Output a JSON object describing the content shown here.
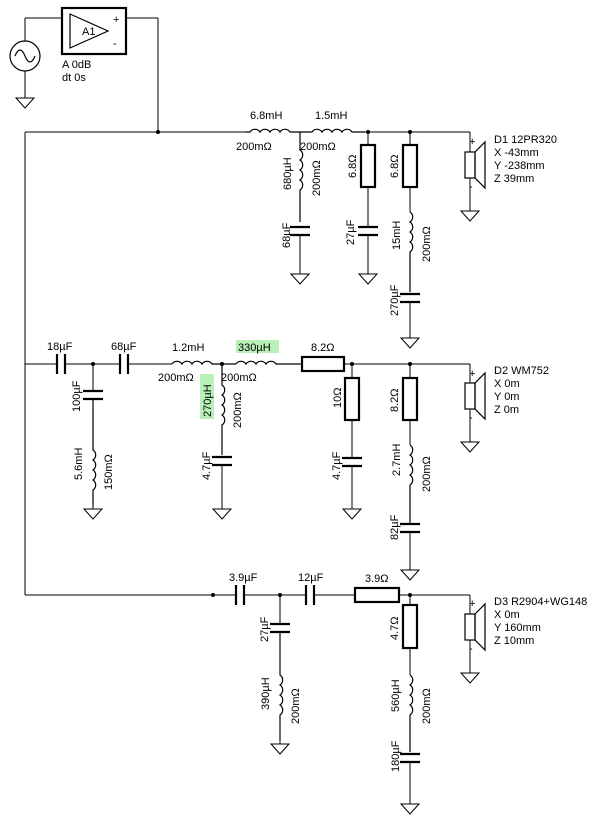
{
  "source": {
    "amp_label": "A1",
    "gain": "A  0dB",
    "delay": "dt 0s",
    "plus": "+",
    "minus": "-"
  },
  "top": {
    "series_l1_val": "6.8mH",
    "series_l1_r": "200mΩ",
    "series_l2_val": "1.5mH",
    "series_l2_r": "200mΩ",
    "shunt_l_val": "680µH",
    "shunt_l_r": "200mΩ",
    "shunt_c1": "68µF",
    "r1": "6.8Ω",
    "c2": "27µF",
    "r2": "6.8Ω",
    "notch_l_val": "15mH",
    "notch_l_r": "200mΩ",
    "notch_c": "270µF"
  },
  "mid": {
    "c1": "18µF",
    "c2": "68µF",
    "shunt_c": "100µF",
    "shunt_l_val": "5.6mH",
    "shunt_l_r": "150mΩ",
    "l1_val": "1.2mH",
    "l1_r": "200mΩ",
    "l2_val": "330µH",
    "l2_r": "200mΩ",
    "l3_val": "270µH",
    "c3": "4.7µF",
    "rs": "8.2Ω",
    "r10": "10Ω",
    "c4": "4.7µF",
    "r82": "8.2Ω",
    "notch_l_val": "2.7mH",
    "notch_l_r": "200mΩ",
    "notch_c": "82µF"
  },
  "bot": {
    "c1": "3.9µF",
    "c2": "12µF",
    "rs": "3.9Ω",
    "shunt_c": "27µF",
    "shunt_l_val": "390µH",
    "shunt_l_r": "200mΩ",
    "r47": "4.7Ω",
    "notch_l_val": "560µH",
    "notch_l_r": "200mΩ",
    "notch_c": "180µF"
  },
  "drivers": [
    {
      "name": "D1 12PR320",
      "x": "X -43mm",
      "y": "Y -238mm",
      "z": "Z 39mm"
    },
    {
      "name": "D2 WM752",
      "x": "X 0m",
      "y": "Y 0m",
      "z": "Z 0m"
    },
    {
      "name": "D3 R2904+WG148",
      "x": "X 0m",
      "y": "Y 160mm",
      "z": "Z 10mm"
    }
  ],
  "colors": {
    "highlight": "#b8f0b8",
    "line": "#000000"
  }
}
